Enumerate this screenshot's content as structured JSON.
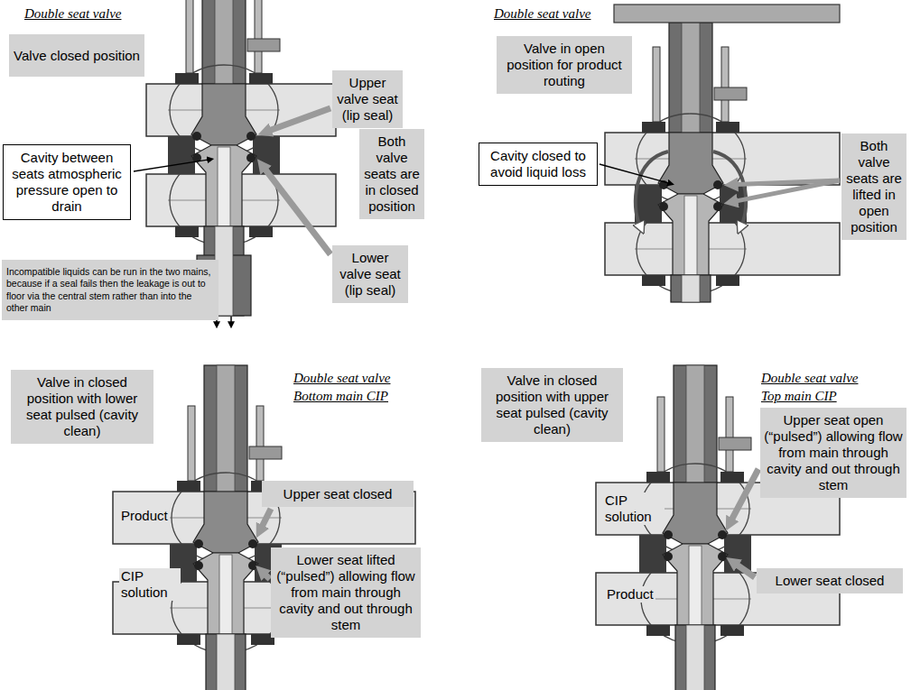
{
  "diagram": {
    "nodes": [
      {
        "text": [
          "Valve closed position"
        ]
      },
      {
        "text": [
          "Upper valve seat (lip seal)"
        ]
      },
      {
        "text": [
          "Both valve seats are in closed position"
        ]
      },
      {
        "text": [
          "Cavity between seats atmospheric pressure open to drain"
        ]
      },
      {
        "text": [
          "Lower valve seat (lip seal)"
        ]
      },
      {
        "text": [
          "Incompatible liquids can be run in the two mains, because if a seal fails then the leakage is out to floor via the central stem rather than into the other main"
        ]
      },
      {
        "text": [
          "Valve in open position for product routing"
        ]
      },
      {
        "text": [
          "Cavity closed to avoid liquid loss"
        ]
      },
      {
        "text": [
          "Both valve seats are lifted in open position"
        ]
      },
      {
        "text": [
          "Valve in closed position with lower seat pulsed (cavity clean)"
        ]
      },
      {
        "text": [
          "Upper seat closed"
        ]
      },
      {
        "text": [
          "Lower seat lifted (“pulsed”) allowing flow from main through cavity and out through stem"
        ]
      },
      {
        "text": [
          "Valve in closed position with upper seat pulsed (cavity clean)"
        ]
      },
      {
        "text": [
          "Upper seat open (“pulsed”) allowing flow from main through cavity and out through stem"
        ]
      },
      {
        "text": [
          "Lower seat closed"
        ]
      }
    ],
    "labels": [
      "Double seat valve",
      "Double seat valve",
      "Double seat valve",
      "Bottom main CIP",
      "Product",
      "CIP solution",
      "Double seat valve",
      "Top main CIP",
      "CIP solution",
      "Product"
    ]
  }
}
